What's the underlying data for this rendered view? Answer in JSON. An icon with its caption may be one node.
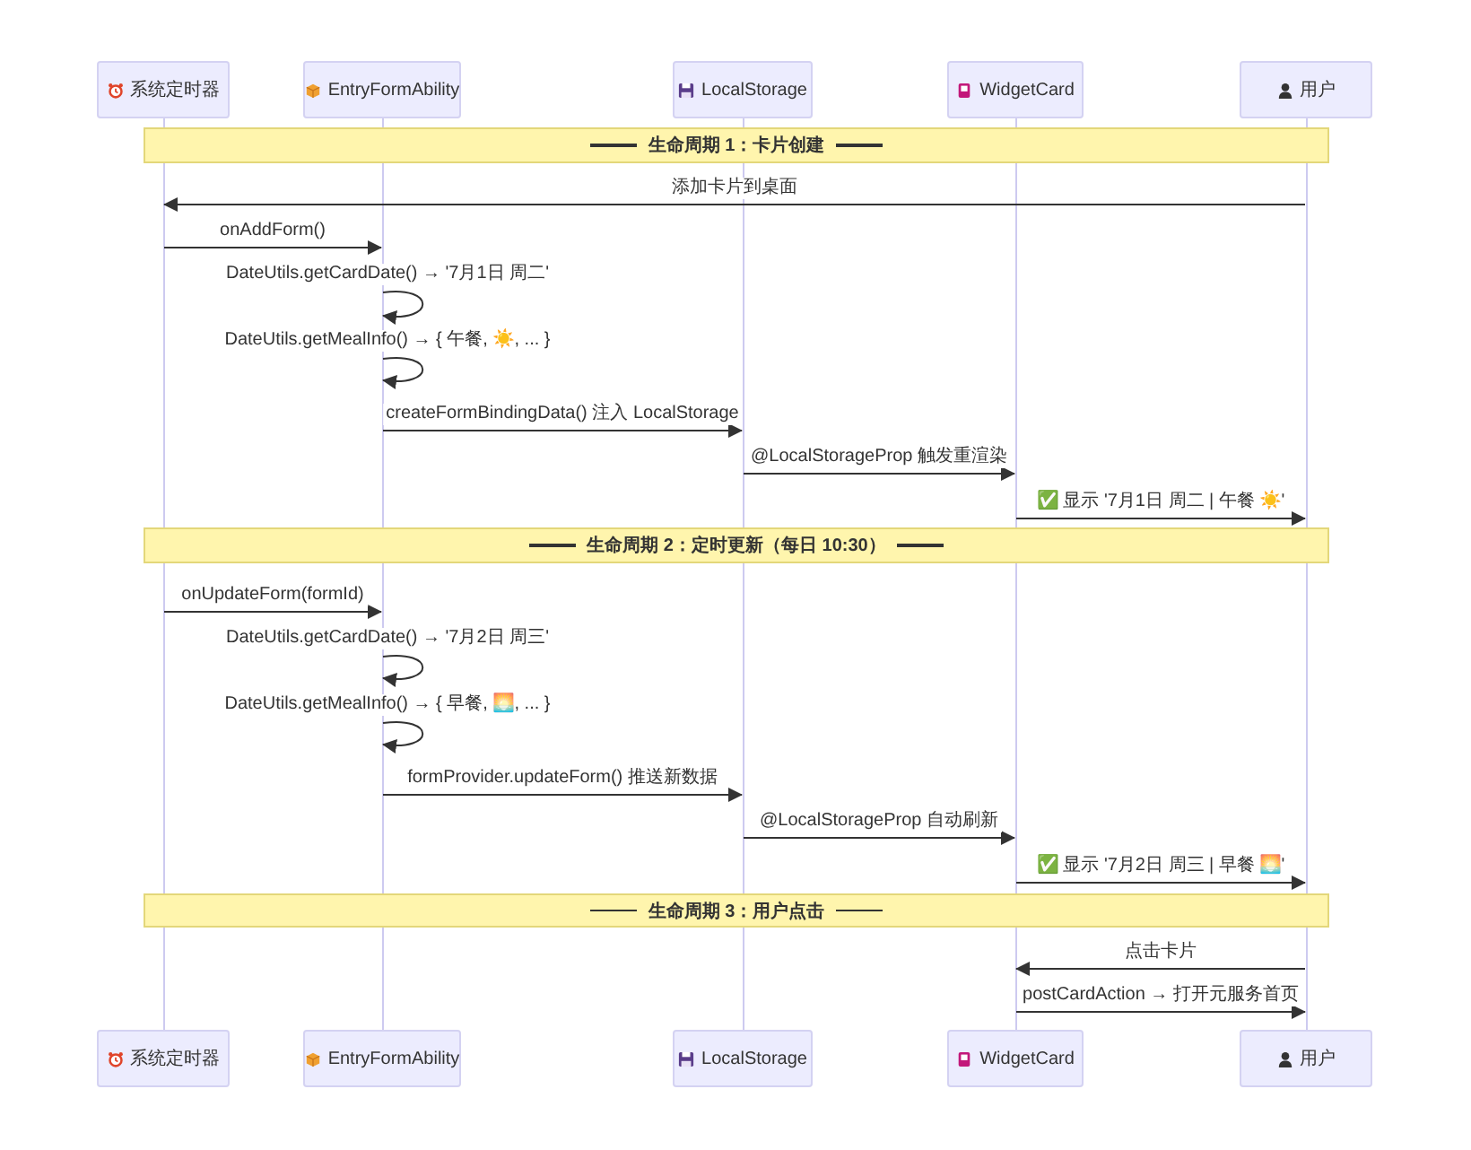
{
  "diagram": {
    "nodes": [
      {
        "text": [
          "系统定时器"
        ]
      },
      {
        "text": [
          "EntryFormAbility"
        ]
      },
      {
        "text": [
          "LocalStorage"
        ]
      },
      {
        "text": [
          "WidgetCard"
        ]
      },
      {
        "text": [
          "用户"
        ]
      },
      {
        "text": [],
        "shape": "bar"
      },
      {
        "text": [],
        "shape": "bar"
      },
      {
        "text": [],
        "shape": "bar"
      },
      {
        "text": [],
        "shape": "bar"
      },
      {
        "text": [],
        "shape": "bar"
      },
      {
        "text": [
          "生命周期 1：卡片创建"
        ]
      },
      {
        "text": [
          "生命周期 2：定时更新（每日 10:30）"
        ]
      },
      {
        "text": [
          "生命周期 3：用户点击"
        ]
      },
      {
        "text": [
          "系统定时器"
        ]
      },
      {
        "text": [
          "EntryFormAbility"
        ]
      },
      {
        "text": [
          "LocalStorage"
        ]
      },
      {
        "text": [
          "WidgetCard"
        ]
      },
      {
        "text": [
          "用户"
        ]
      }
    ],
    "edges": [
      {
        "from": 9,
        "to": 5,
        "arrow": "to",
        "label": "添加卡片到桌面"
      },
      {
        "from": 5,
        "to": 6,
        "arrow": "to",
        "label": "onAddForm()"
      },
      {
        "from": 6,
        "to": 6,
        "arrow": "to",
        "label": "DateUtils.getCardDate() → '7月1日 周二'"
      },
      {
        "from": 6,
        "to": 6,
        "arrow": "to",
        "label": "DateUtils.getMealInfo() → { 午餐, ☀️, ... }"
      },
      {
        "from": 6,
        "to": 7,
        "arrow": "to",
        "label": "createFormBindingData() 注入 LocalStorage"
      },
      {
        "from": 7,
        "to": 8,
        "arrow": "to",
        "label": "@LocalStorageProp 触发重渲染"
      },
      {
        "from": 8,
        "to": 9,
        "arrow": "to",
        "label": "✅ 显示 '7月1日 周二 | 午餐 ☀️'"
      },
      {
        "from": 5,
        "to": 6,
        "arrow": "to",
        "label": "onUpdateForm(formId)"
      },
      {
        "from": 6,
        "to": 6,
        "arrow": "to",
        "label": "DateUtils.getCardDate() → '7月2日 周三'"
      },
      {
        "from": 6,
        "to": 6,
        "arrow": "to",
        "label": "DateUtils.getMealInfo() → { 早餐, 🌅, ... }"
      },
      {
        "from": 6,
        "to": 7,
        "arrow": "to",
        "label": "formProvider.updateForm() 推送新数据"
      },
      {
        "from": 7,
        "to": 8,
        "arrow": "to",
        "label": "@LocalStorageProp 自动刷新"
      },
      {
        "from": 8,
        "to": 9,
        "arrow": "to",
        "label": "✅ 显示 '7月2日 周三 | 早餐 🌅'"
      },
      {
        "from": 9,
        "to": 8,
        "arrow": "to",
        "label": "点击卡片"
      },
      {
        "from": 8,
        "to": 9,
        "arrow": "to",
        "label": "postCardAction → 打开元服务首页"
      }
    ]
  }
}
